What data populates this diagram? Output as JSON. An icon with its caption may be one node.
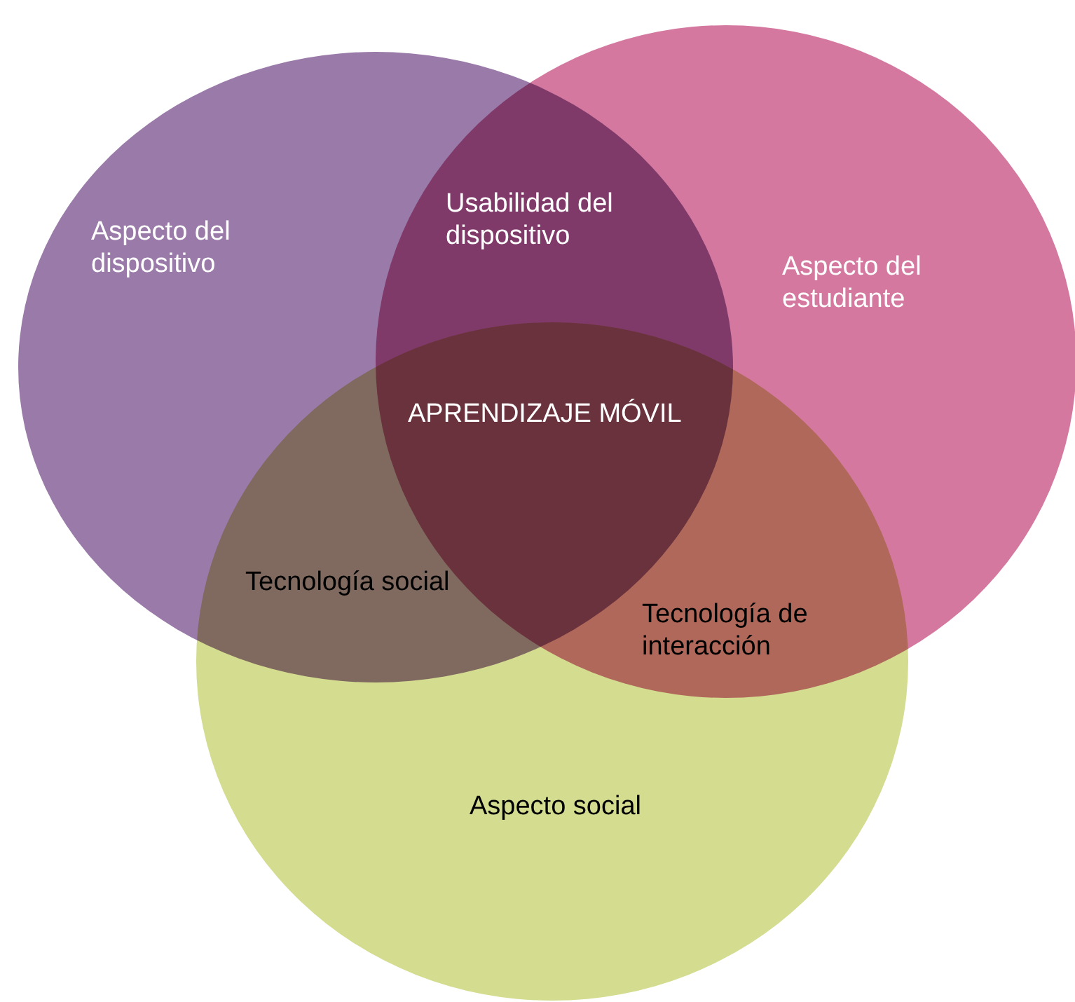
{
  "diagram": {
    "nodes": [
      {
        "text": [
          "Aspecto del dispositivo"
        ]
      },
      {
        "text": [
          "Aspecto del estudiante"
        ]
      },
      {
        "text": [
          "Aspecto social"
        ]
      }
    ],
    "labels": [
      "Usabilidad del dispositivo",
      "APRENDIZAJE MÓVIL",
      "Tecnología social",
      "Tecnología de interacción"
    ]
  }
}
